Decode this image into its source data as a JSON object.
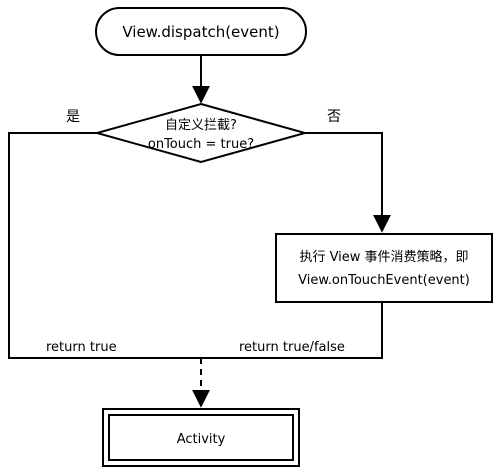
{
  "diagram": {
    "start_node": {
      "label": "View.dispatch(event)"
    },
    "decision": {
      "line1": "自定义拦截?",
      "line2": "onTouch = true?"
    },
    "yes_label": "是",
    "no_label": "否",
    "process_node": {
      "line1": "执行 View 事件消费策略，即",
      "line2": "View.onTouchEvent(event)"
    },
    "return_left": "return true",
    "return_right": "return true/false",
    "end_node": {
      "label": "Activity"
    },
    "colors": {
      "stroke": "#000000",
      "fill": "#ffffff",
      "text": "#000000"
    }
  }
}
